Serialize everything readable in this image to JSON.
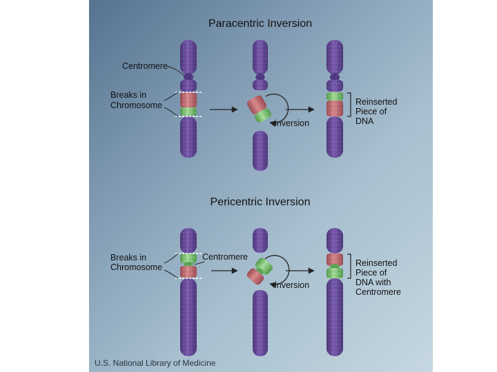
{
  "paracentric": {
    "title": "Paracentric Inversion",
    "centromere_label": "Centromere",
    "breaks_label": [
      "Breaks in",
      "Chromosome"
    ],
    "inversion_label": "inversion",
    "reinserted_label": [
      "Reinserted",
      "Piece of",
      "DNA"
    ]
  },
  "pericentric": {
    "title": "Pericentric Inversion",
    "breaks_label": [
      "Breaks in",
      "Chromosome"
    ],
    "centromere_label": "Centromere",
    "inversion_label": "inversion",
    "reinserted_label": [
      "Reinserted",
      "Piece of",
      "DNA with",
      "Centromere"
    ]
  },
  "credit": "U.S. National Library of Medicine",
  "colors": {
    "chromosome": "#6a4c9c",
    "red_segment": "#bf6a6e",
    "green_segment": "#79bf72",
    "background_dark": "#56728f",
    "background_light": "#c6d7e0"
  }
}
